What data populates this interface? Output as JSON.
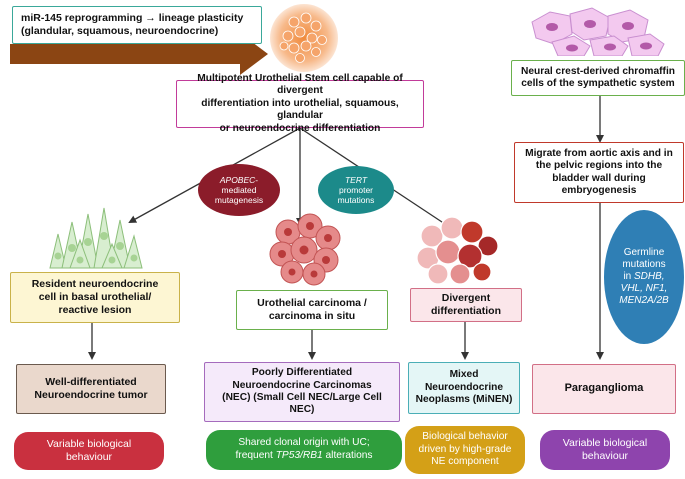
{
  "colors": {
    "teal": "#3aa89a",
    "magenta": "#c23b9a",
    "red": "#c0392b",
    "green": "#6ab04c",
    "yellow_fill": "#fdf6d3",
    "yellow_border": "#c9b24a",
    "tan_fill": "#ead8cc",
    "tan_border": "#6b5a4e",
    "lavender_fill": "#f5eafa",
    "lavender_border": "#a56bbd",
    "aqua_fill": "#e4f6f6",
    "aqua_border": "#4aaeb6",
    "pink_fill": "#fbe6ea",
    "pink_border": "#d26f86",
    "pill_red": "#c9303f",
    "pill_green": "#2f9e3d",
    "pill_gold": "#d4a017",
    "pill_purple": "#8e44ad",
    "oval_darkred": "#8b1c2a",
    "oval_teal": "#1c8a8a",
    "oval_blue": "#2f7fb5",
    "arrow_brown": "#8b4513"
  },
  "icons": [
    "stem-cell-cluster-icon",
    "neuroendocrine-cells-icon",
    "carcinoma-cells-icon",
    "mixed-tumor-cells-icon",
    "chromaffin-cells-icon"
  ],
  "top_note": {
    "line1": "miR-145 reprogramming → lineage plasticity",
    "line2": "(glandular, squamous, neuroendocrine)"
  },
  "stem_cell": {
    "line1": "Multipotent Urothelial Stem cell capable of divergent",
    "line2": "differentiation into urothelial, squamous, glandular",
    "line3": "or neuroendocrine differentiation"
  },
  "chromaffin": {
    "line1": "Neural crest-derived chromaffin",
    "line2": "cells of the sympathetic system"
  },
  "migrate": {
    "line1": "Migrate from aortic axis and in",
    "line2": "the pelvic regions into the",
    "line3": "bladder wall during",
    "line4": "embryogenesis"
  },
  "ovals": {
    "apobec": {
      "italic": "APOBEC",
      "rest1": "-",
      "line2": "mediated",
      "line3": "mutagenesis"
    },
    "tert": {
      "italic": "TERT",
      "line2": "promoter",
      "line3": "mutations"
    },
    "germline": {
      "line1": "Germline",
      "line2": "mutations",
      "line3_pre": "in ",
      "line3_it": "SDHB,",
      "line4": "VHL, NF1,",
      "line5": "MEN2A/2B"
    }
  },
  "level1": {
    "resident": {
      "line1": "Resident neuroendocrine",
      "line2": "cell in basal urothelial/",
      "line3": "reactive lesion"
    },
    "urothelial": {
      "line1": "Urothelial carcinoma /",
      "line2": "carcinoma in situ"
    },
    "divergent": {
      "line1": "Divergent",
      "line2": "differentiation"
    }
  },
  "level2": {
    "well_diff": {
      "line1": "Well-differentiated",
      "line2": "Neuroendocrine tumor"
    },
    "poorly_diff": {
      "line1": "Poorly Differentiated",
      "line2": "Neuroendocrine Carcinomas",
      "line3": "(NEC) (Small Cell NEC/Large Cell",
      "line4": "NEC)"
    },
    "minen": {
      "line1": "Mixed",
      "line2": "Neuroendocrine",
      "line3": "Neoplasms (MiNEN)"
    },
    "paraganglioma": {
      "label": "Paraganglioma"
    }
  },
  "pills": {
    "variable1": {
      "line1": "Variable biological",
      "line2": "behaviour"
    },
    "shared": {
      "line1": "Shared clonal origin with UC;",
      "line2_pre": "frequent ",
      "line2_it": "TP53/RB1",
      "line2_post": " alterations"
    },
    "biological": {
      "line1": "Biological behavior",
      "line2": "driven by high-grade",
      "line3": "NE component"
    },
    "variable2": {
      "line1": "Variable biological",
      "line2": "behaviour"
    }
  }
}
